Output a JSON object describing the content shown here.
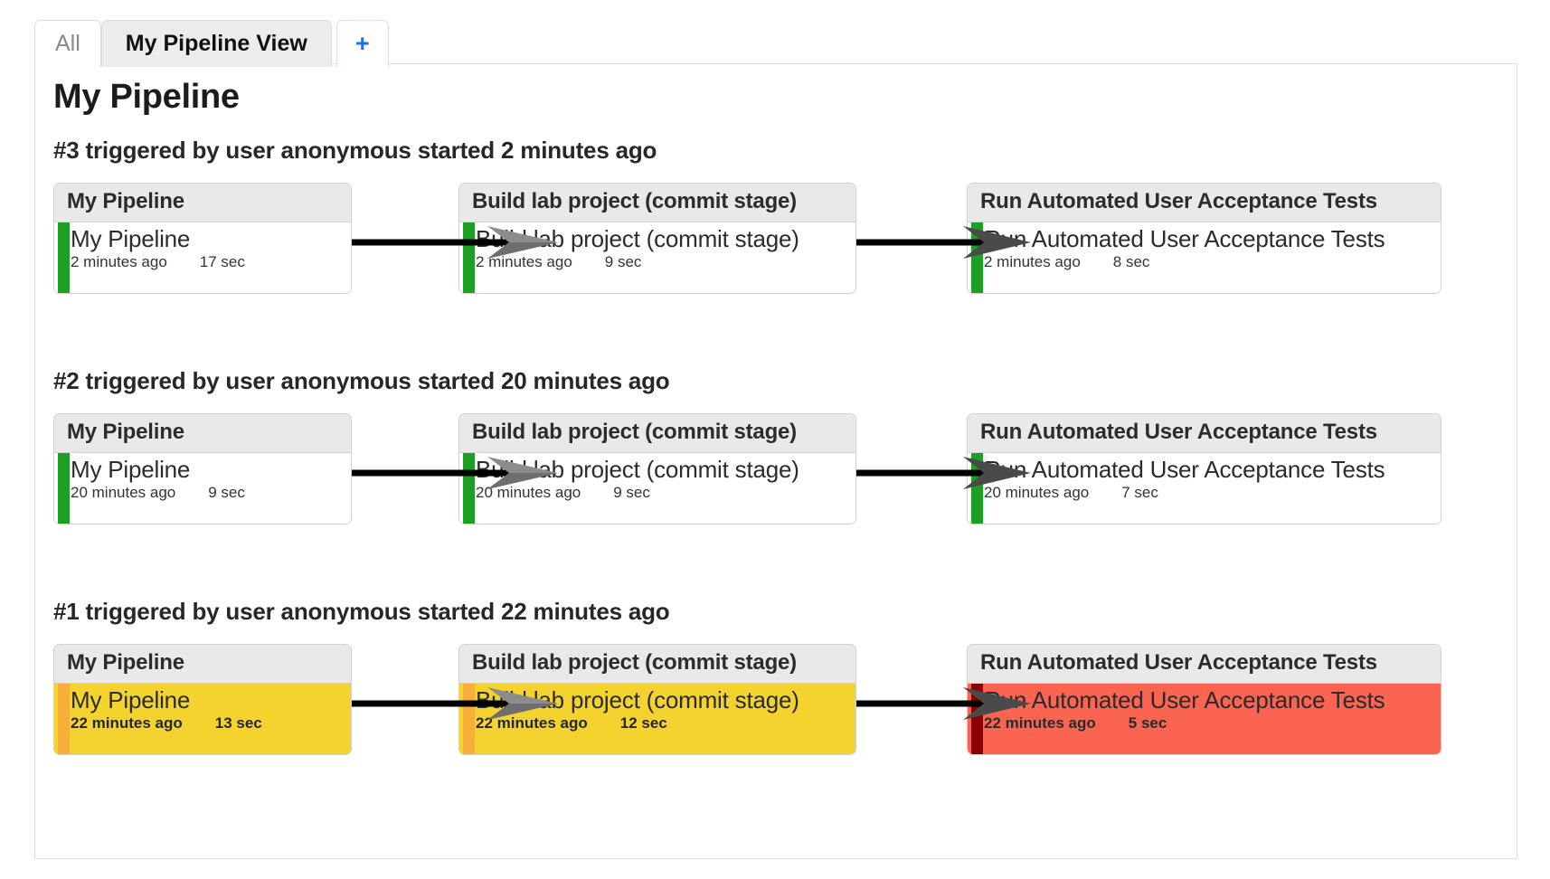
{
  "tabs": [
    {
      "label": "All",
      "active": false,
      "name": "tab-all"
    },
    {
      "label": "My Pipeline View",
      "active": true,
      "name": "tab-my-pipeline-view"
    },
    {
      "label": "+",
      "active": false,
      "name": "tab-add-view"
    }
  ],
  "page": {
    "title": "My Pipeline"
  },
  "colors": {
    "success": "#1f9e25",
    "unstable_bar": "#f7af3a",
    "unstable_bg": "#f5d32e",
    "failed_bar": "#8b0000",
    "failed_bg": "#fa6450",
    "header_bg": "#e9e9e9",
    "accent_link": "#1a73e8"
  },
  "builds": [
    {
      "header": "#3 triggered by user anonymous started 2 minutes ago",
      "number": "#3",
      "stages": [
        {
          "header": "My Pipeline",
          "name": "My Pipeline",
          "time": "2 minutes ago",
          "duration": "17 sec",
          "status": "success"
        },
        {
          "header": "Build lab project (commit stage)",
          "name": "Build lab project (commit stage)",
          "time": "2 minutes ago",
          "duration": "9 sec",
          "status": "success"
        },
        {
          "header": "Run Automated User Acceptance Tests",
          "name": "Run Automated User Acceptance Tests",
          "time": "2 minutes ago",
          "duration": "8 sec",
          "status": "success"
        }
      ]
    },
    {
      "header": "#2 triggered by user anonymous started 20 minutes ago",
      "number": "#2",
      "stages": [
        {
          "header": "My Pipeline",
          "name": "My Pipeline",
          "time": "20 minutes ago",
          "duration": "9 sec",
          "status": "success"
        },
        {
          "header": "Build lab project (commit stage)",
          "name": "Build lab project (commit stage)",
          "time": "20 minutes ago",
          "duration": "9 sec",
          "status": "success"
        },
        {
          "header": "Run Automated User Acceptance Tests",
          "name": "Run Automated User Acceptance Tests",
          "time": "20 minutes ago",
          "duration": "7 sec",
          "status": "success"
        }
      ]
    },
    {
      "header": "#1 triggered by user anonymous started 22 minutes ago",
      "number": "#1",
      "stages": [
        {
          "header": "My Pipeline",
          "name": "My Pipeline",
          "time": "22 minutes ago",
          "duration": "13 sec",
          "status": "unstable"
        },
        {
          "header": "Build lab project (commit stage)",
          "name": "Build lab project (commit stage)",
          "time": "22 minutes ago",
          "duration": "12 sec",
          "status": "unstable"
        },
        {
          "header": "Run Automated User Acceptance Tests",
          "name": "Run Automated User Acceptance Tests",
          "time": "22 minutes ago",
          "duration": "5 sec",
          "status": "failed"
        }
      ]
    }
  ]
}
